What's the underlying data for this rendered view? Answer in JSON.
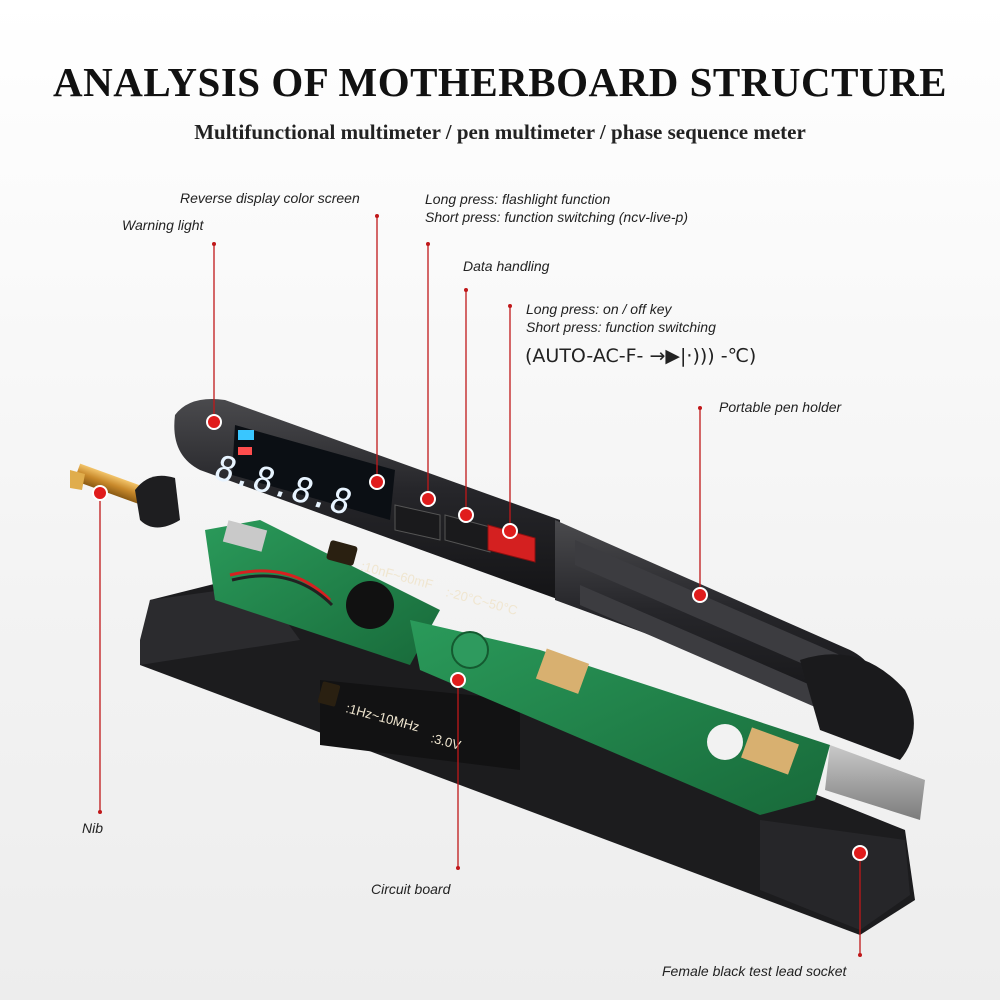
{
  "header": {
    "title": "ANALYSIS OF MOTHERBOARD STRUCTURE",
    "subtitle": "Multifunctional multimeter / pen multimeter / phase sequence meter"
  },
  "callouts": {
    "reverse_display": "Reverse display color screen",
    "warning_light": "Warning light",
    "flashlight_line1": "Long press: flashlight function",
    "flashlight_line2": "Short press: function switching (ncv-live-p)",
    "data_handling": "Data handling",
    "power_line1": "Long press: on / off key",
    "power_line2": "Short press: function switching",
    "function_sequence": "(AUTO-AC-F-",
    "function_sequence_end": "-℃)",
    "portable_holder": "Portable pen holder",
    "nib": "Nib",
    "circuit_board": "Circuit board",
    "female_socket": "Female black test lead socket"
  },
  "device_labels": {
    "capacitance_range": ":10nF~60mF",
    "temperature_range": ":-20°C~50°C",
    "frequency_range": ":1Hz~10MHz",
    "diode_voltage": ":3.0V",
    "lcd_digits": "8.8.8.8"
  },
  "colors": {
    "marker": "#c0181a",
    "leader_line": "#c0181a",
    "body": "#2a2a2c",
    "pcb": "#1f7a45",
    "power_button": "#d42020"
  }
}
